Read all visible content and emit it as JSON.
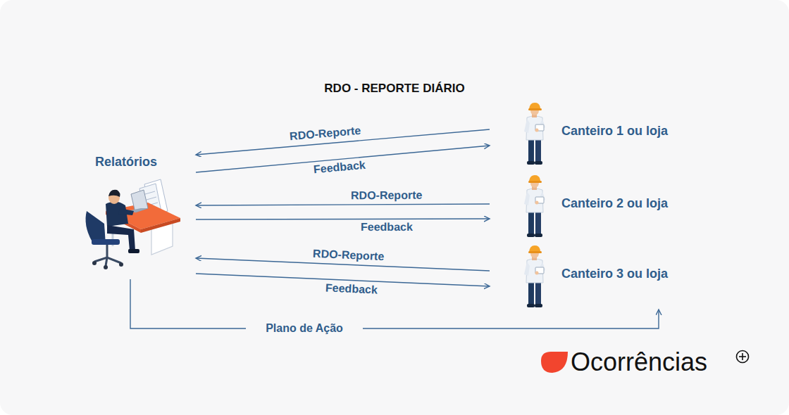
{
  "diagram": {
    "title": "RDO - REPORTE DIÁRIO",
    "nodes": [
      {
        "text": [
          "Relatórios"
        ]
      },
      {
        "text": [
          "Canteiro 1 ou loja"
        ]
      },
      {
        "text": [
          "Canteiro 2 ou loja"
        ]
      },
      {
        "text": [
          "Canteiro 3 ou loja"
        ]
      }
    ],
    "edges": [
      {
        "from": 1,
        "to": 0,
        "label": "RDO-Reporte",
        "arrow": "to"
      },
      {
        "from": 0,
        "to": 1,
        "label": "Feedback",
        "arrow": "to"
      },
      {
        "from": 2,
        "to": 0,
        "label": "RDO-Reporte",
        "arrow": "to"
      },
      {
        "from": 0,
        "to": 2,
        "label": "Feedback",
        "arrow": "to"
      },
      {
        "from": 3,
        "to": 0,
        "label": "RDO-Reporte",
        "arrow": "to"
      },
      {
        "from": 0,
        "to": 3,
        "label": "Feedback",
        "arrow": "to"
      },
      {
        "from": 0,
        "to": 3,
        "label": "Plano de Ação",
        "arrow": "to"
      }
    ],
    "labels": [
      "Ocorrências"
    ]
  }
}
